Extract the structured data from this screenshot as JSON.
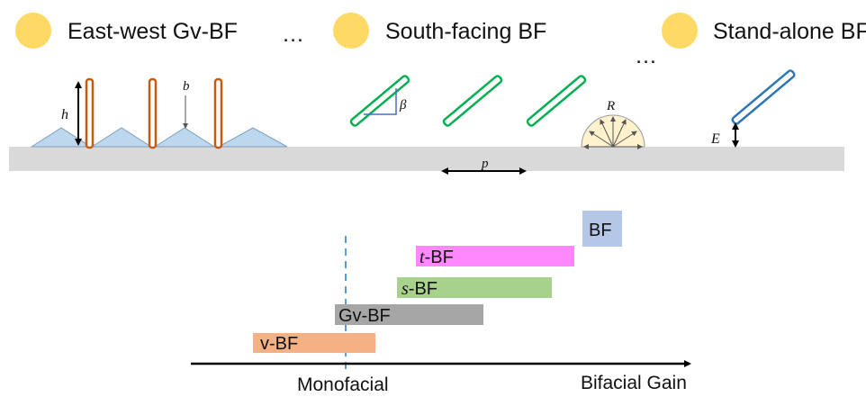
{
  "header": {
    "items": [
      {
        "label": "East-west Gv-BF"
      },
      {
        "label": "South-facing BF"
      },
      {
        "label": "Stand-alone BF"
      }
    ],
    "ellipsis_1": "…",
    "ellipsis_2": "…"
  },
  "symbols": {
    "height": "h",
    "width": "b",
    "tilt": "β",
    "pitch": "p",
    "radius": "R",
    "elevation": "E"
  },
  "bars": [
    {
      "prefix": "",
      "label": "v-BF",
      "color": "#f4b183"
    },
    {
      "prefix": "",
      "label": "Gv-BF",
      "color": "#a6a6a6"
    },
    {
      "prefix": "s",
      "label": "-BF",
      "color": "#a9d18e"
    },
    {
      "prefix": "t",
      "label": "-BF",
      "color": "#ff88ff"
    },
    {
      "prefix": "",
      "label": "BF",
      "color": "#b4c7e7"
    }
  ],
  "axis": {
    "reference_label": "Monofacial",
    "axis_label": "Bifacial Gain"
  },
  "colors": {
    "sun": "#ffd966",
    "ground": "#d9d9d9",
    "vertical_panel": "#c55a11",
    "south_panel": "#00b050",
    "standalone_panel": "#2e75b6",
    "triangle_fill": "#bdd7ee",
    "dashed_line": "#5b9bd5"
  }
}
